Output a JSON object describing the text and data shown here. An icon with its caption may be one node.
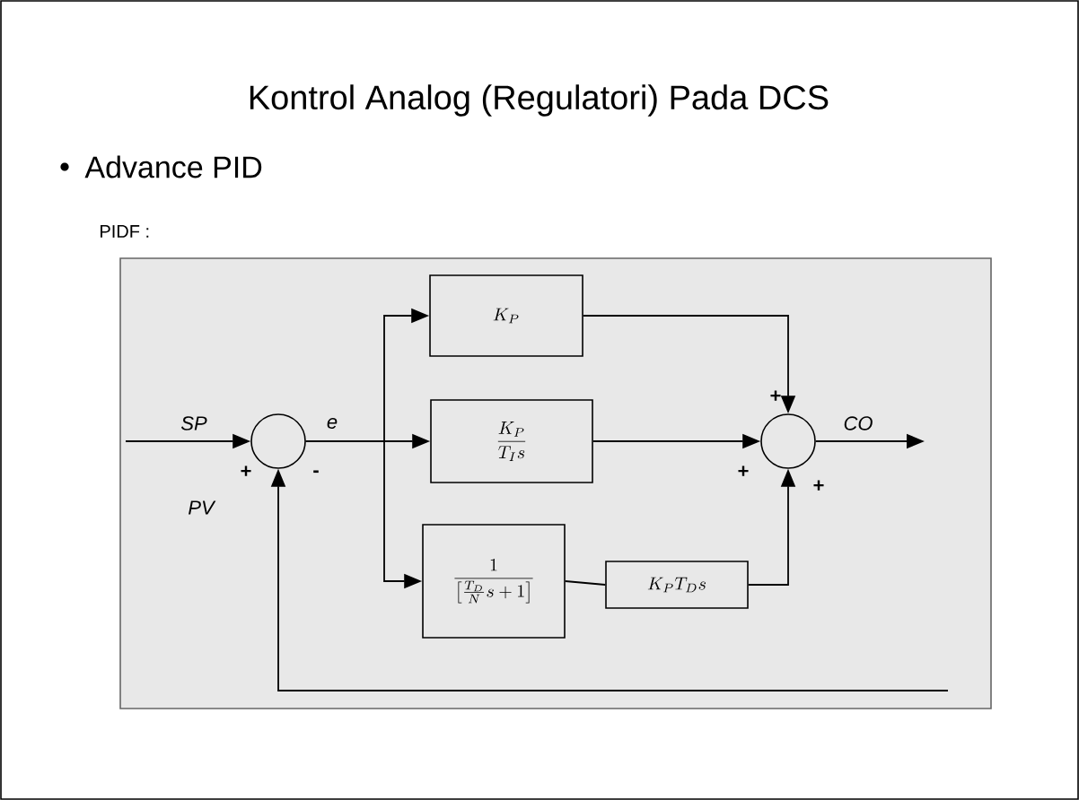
{
  "diagram": {
    "title": "Kontrol Analog (Regulatori) Pada DCS",
    "nodes": [
      {
        "text": [],
        "shape": "circle"
      },
      {
        "text": [
          "K_{P}"
        ]
      },
      {
        "text": [
          "\\frac{K_{P}}{T_{I}s}"
        ]
      },
      {
        "text": [
          "\\frac{1}{\\left[\\frac{T_{D}}{N}s+1\\right]}"
        ]
      },
      {
        "text": [
          "K_{P}T_{D}s"
        ]
      },
      {
        "text": [],
        "shape": "circle"
      }
    ],
    "edges": [
      {
        "from": null,
        "to": 0,
        "arrow": "to",
        "label": "SP"
      },
      {
        "from": 0,
        "to": 1,
        "arrow": "to"
      },
      {
        "from": 0,
        "to": 2,
        "arrow": "to",
        "label": "e"
      },
      {
        "from": 0,
        "to": 3,
        "arrow": "to"
      },
      {
        "from": 1,
        "to": 5,
        "arrow": "to"
      },
      {
        "from": 2,
        "to": 5,
        "arrow": "to"
      },
      {
        "from": 3,
        "to": 4,
        "arrow": "none"
      },
      {
        "from": 4,
        "to": 5,
        "arrow": "to"
      },
      {
        "from": 5,
        "to": null,
        "arrow": "to",
        "label": "CO"
      },
      {
        "from": null,
        "to": 0,
        "arrow": "to",
        "label": "PV"
      }
    ],
    "labels": [
      "Advance PID",
      "PIDF :",
      "+",
      "+",
      "-",
      "+",
      "+"
    ]
  }
}
